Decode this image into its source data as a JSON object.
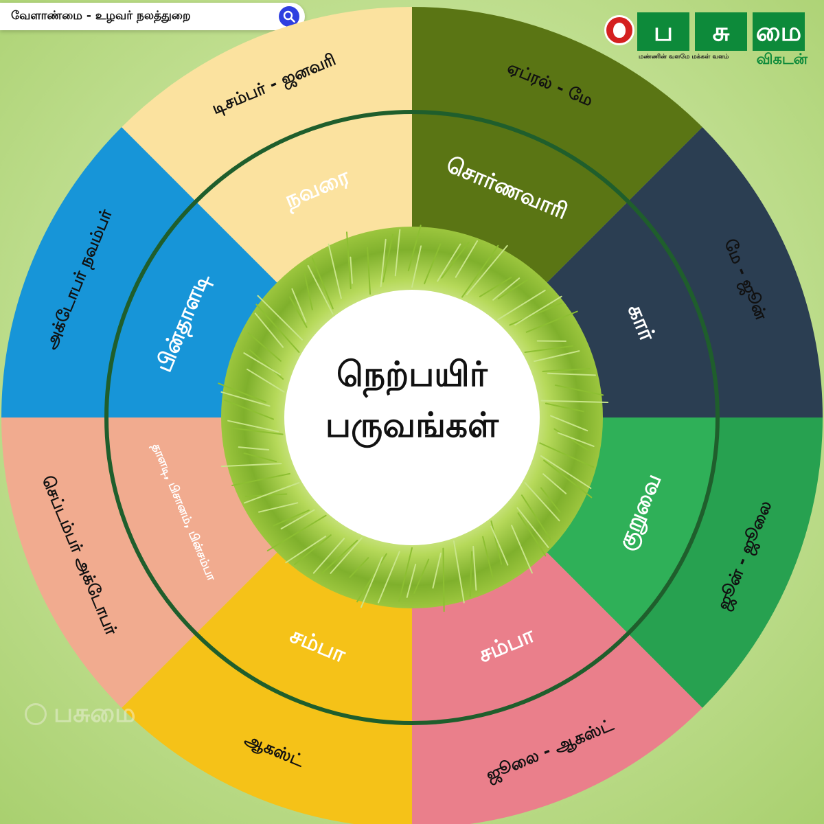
{
  "header": {
    "search_text": "வேளாண்மை - உழவர் நலத்துறை",
    "search_icon": "search-icon"
  },
  "brand": {
    "letters": [
      "ப",
      "சு",
      "மை"
    ],
    "subtitle": "விகடன்",
    "tagline": "மண்ணின் வளமே மக்கள் வளம்",
    "color": "#0d8a3a"
  },
  "watermark": {
    "text": "பசுமை"
  },
  "center": {
    "title_line1": "நெற்பயிர்",
    "title_line2": "பருவங்கள்"
  },
  "ring_color": "#1f5e2c",
  "segments": [
    {
      "months": "ஏப்ரல் - மே",
      "season": "சொர்ணவாரி",
      "outer_color": "#5a7514",
      "inner_color": "#5a7514",
      "season_color": "#ffffff"
    },
    {
      "months": "மே - ஜூன்",
      "season": "கார்",
      "outer_color": "#2b3e52",
      "inner_color": "#2b3e52",
      "season_color": "#ffffff"
    },
    {
      "months": "ஜூன் - ஜூலை",
      "season": "குறுவை",
      "outer_color": "#27a150",
      "inner_color": "#2fb058",
      "season_color": "#ffffff"
    },
    {
      "months": "ஜூலை - ஆகஸ்ட்",
      "season": "சம்பா",
      "outer_color": "#ea7f8b",
      "inner_color": "#ea7f8b",
      "season_color": "#ffffff"
    },
    {
      "months": "ஆகஸ்ட்",
      "season": "சம்பா",
      "outer_color": "#f5c218",
      "inner_color": "#f5c218",
      "season_color": "#ffffff"
    },
    {
      "months": "செப்டம்பர் அக்டோபர்",
      "season": "தாளடி, பிசானம், பின்சம்பா",
      "outer_color": "#f1ab8f",
      "inner_color": "#f1ab8f",
      "season_color": "#ffffff"
    },
    {
      "months": "அக்டோபர் நவம்பர்",
      "season": "பின்தாளடி",
      "outer_color": "#1795d8",
      "inner_color": "#1795d8",
      "season_color": "#ffffff"
    },
    {
      "months": "டிசம்பர் - ஜனவரி",
      "season": "நவரை",
      "outer_color": "#fbe29f",
      "inner_color": "#fbe29f",
      "season_color": "#ffffff"
    }
  ]
}
